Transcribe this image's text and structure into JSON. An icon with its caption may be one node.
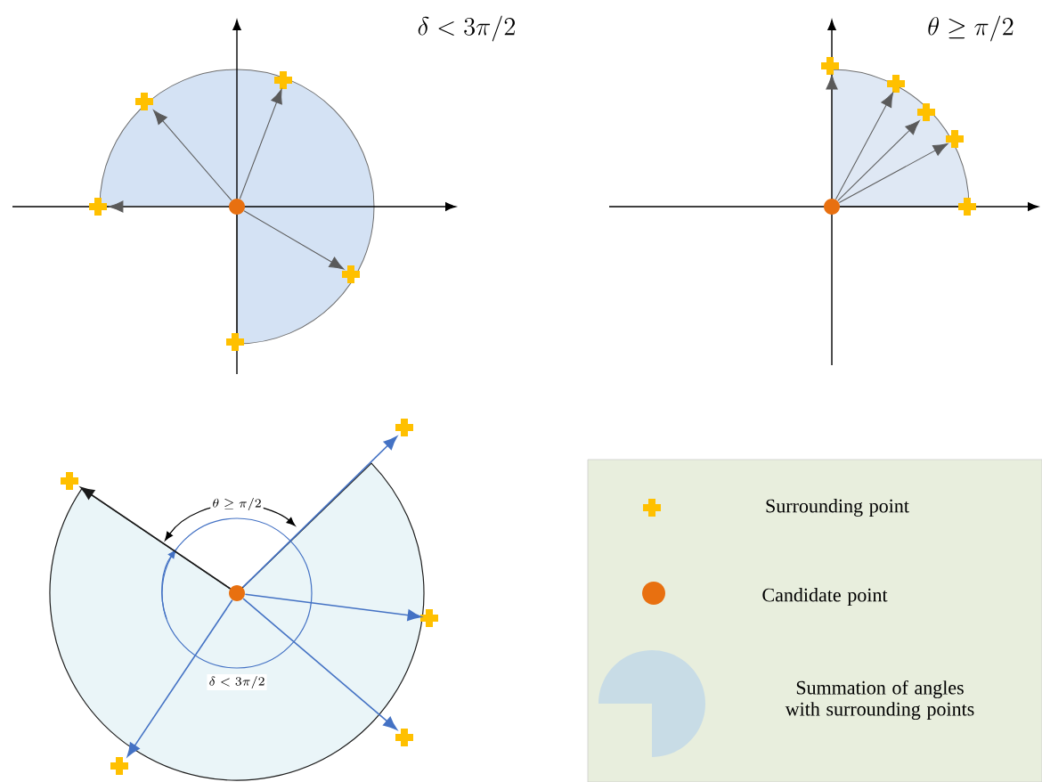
{
  "diagram": {
    "nodes": [
      {
        "text": [],
        "shape": "circle"
      },
      {
        "text": [],
        "shape": "cross"
      },
      {
        "text": [],
        "shape": "cross"
      },
      {
        "text": [],
        "shape": "cross"
      },
      {
        "text": [],
        "shape": "cross"
      },
      {
        "text": [],
        "shape": "cross"
      },
      {
        "text": [],
        "shape": "circle"
      },
      {
        "text": [],
        "shape": "cross"
      },
      {
        "text": [],
        "shape": "cross"
      },
      {
        "text": [],
        "shape": "cross"
      },
      {
        "text": [],
        "shape": "cross"
      },
      {
        "text": [],
        "shape": "cross"
      },
      {
        "text": [],
        "shape": "circle"
      },
      {
        "text": [],
        "shape": "cross"
      },
      {
        "text": [],
        "shape": "cross"
      },
      {
        "text": [],
        "shape": "cross"
      },
      {
        "text": [],
        "shape": "cross"
      },
      {
        "text": [],
        "shape": "cross"
      }
    ],
    "edges": [
      {
        "from": 0,
        "to": 1,
        "arrow": "to"
      },
      {
        "from": 0,
        "to": 2,
        "arrow": "to"
      },
      {
        "from": 0,
        "to": 3,
        "arrow": "to"
      },
      {
        "from": 0,
        "to": 4,
        "arrow": "to"
      },
      {
        "from": 6,
        "to": 7,
        "arrow": "to"
      },
      {
        "from": 6,
        "to": 8,
        "arrow": "to"
      },
      {
        "from": 6,
        "to": 9,
        "arrow": "to"
      },
      {
        "from": 6,
        "to": 10,
        "arrow": "to"
      },
      {
        "from": 12,
        "to": 13,
        "arrow": "to",
        "color": "#1a1a1a"
      },
      {
        "from": 12,
        "to": 14,
        "arrow": "to",
        "color": "#4472c4"
      },
      {
        "from": 12,
        "to": 15,
        "arrow": "to",
        "color": "#4472c4"
      },
      {
        "from": 12,
        "to": 16,
        "arrow": "to",
        "color": "#4472c4"
      },
      {
        "from": 12,
        "to": 17,
        "arrow": "to",
        "color": "#4472c4"
      }
    ],
    "labels": [
      "\\delta < 3\\pi / 2",
      "\\theta \\geq \\pi / 2",
      "\\theta \\geq \\pi / 2",
      "\\delta < 3\\pi / 2"
    ],
    "legend": [
      {
        "text": "Surrounding point"
      },
      {
        "text": "Candidate point"
      },
      {
        "text": "Summation of angles with surrounding points"
      }
    ]
  }
}
